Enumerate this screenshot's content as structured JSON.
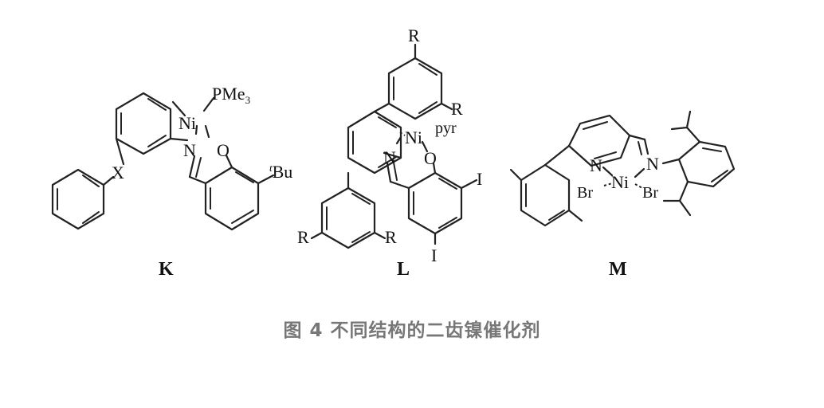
{
  "figure": {
    "compounds": [
      {
        "id": "K",
        "atoms": {
          "ni": "Ni",
          "n": "N",
          "o": "O",
          "x": "X",
          "pme3_main": "PMe",
          "pme3_sub": "3",
          "tbu_sup": "t",
          "tbu_main": "Bu"
        }
      },
      {
        "id": "L",
        "atoms": {
          "ni": "Ni",
          "n": "N",
          "o": "O",
          "pyr": "pyr",
          "r1": "R",
          "r2": "R",
          "r3": "R",
          "r4": "R",
          "i1": "I",
          "i2": "I"
        }
      },
      {
        "id": "M",
        "atoms": {
          "ni": "Ni",
          "n1": "N",
          "n2": "N",
          "br1": "Br",
          "br2": "Br"
        }
      }
    ]
  },
  "caption": "图 4  不同结构的二齿镍催化剂"
}
